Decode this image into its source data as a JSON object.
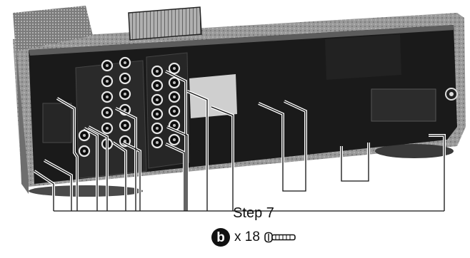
{
  "step": {
    "label": "Step 7"
  },
  "parts": {
    "badge": "b",
    "quantity": "x 18",
    "icon": "screw-icon"
  },
  "callouts": {
    "count": 18
  },
  "colors": {
    "ink": "#111111",
    "panel": "#1a1a1a",
    "chassis": "#8a8a8a"
  }
}
